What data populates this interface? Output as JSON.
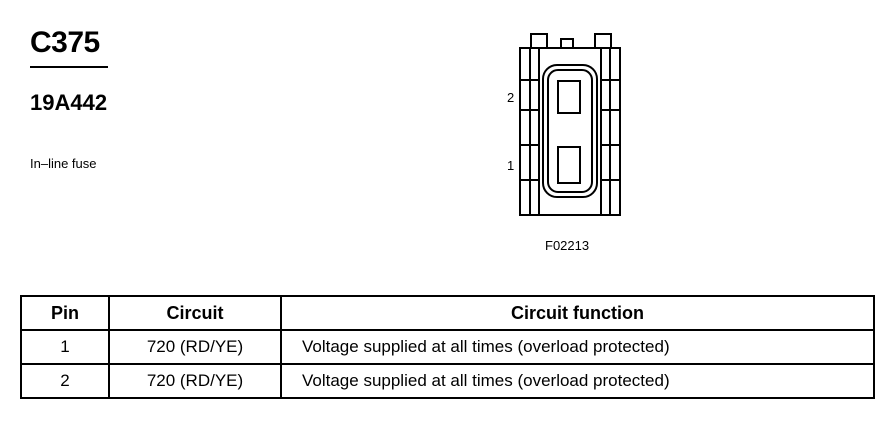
{
  "connector": {
    "id": "C375",
    "part_number": "19A442",
    "description": "In–line fuse",
    "figure_id": "F02213",
    "pin_labels": [
      "2",
      "1"
    ]
  },
  "table": {
    "headers": [
      "Pin",
      "Circuit",
      "Circuit function"
    ],
    "rows": [
      {
        "pin": "1",
        "circuit": "720 (RD/YE)",
        "function": "Voltage supplied at all times (overload protected)"
      },
      {
        "pin": "2",
        "circuit": "720 (RD/YE)",
        "function": "Voltage supplied at all times (overload protected)"
      }
    ]
  }
}
